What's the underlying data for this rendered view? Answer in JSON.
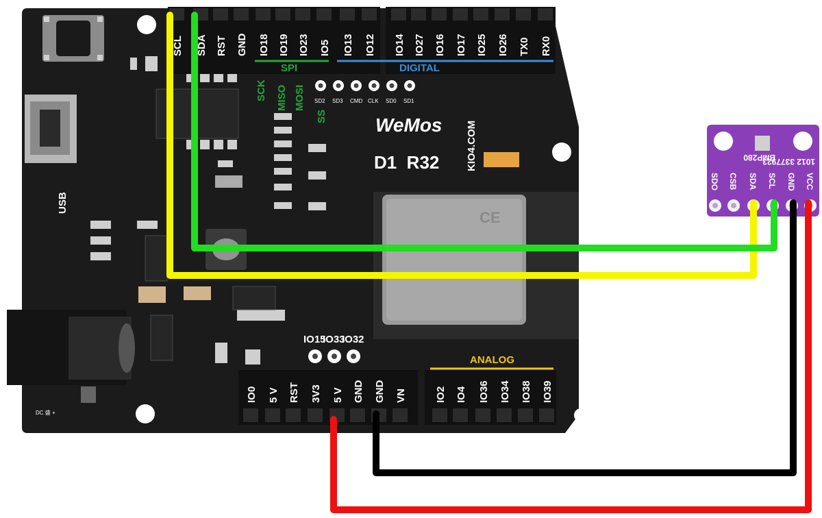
{
  "board": {
    "brand": "WeMos",
    "model": "D1  R32",
    "website": "KIO4.COM",
    "usb_label": "USB",
    "dc_label": "DC 盛 +",
    "top_pins": [
      "SCL",
      "SDA",
      "RST",
      "GND",
      "IO18",
      "IO19",
      "IO23",
      "IO5",
      "IO13",
      "IO12",
      "IO14",
      "IO27",
      "IO16",
      "IO17",
      "IO25",
      "IO26",
      "TX0",
      "RX0"
    ],
    "bottom_pins": [
      "IO0",
      "5 V",
      "RST",
      "3V3",
      "5 V",
      "GND",
      "GND",
      "VN",
      "IO2",
      "IO4",
      "IO36",
      "IO34",
      "IO38",
      "IO39"
    ],
    "spi_label": "SPI",
    "digital_label": "DIGITAL",
    "analog_label": "ANALOG",
    "spi_side_labels": [
      "SCK",
      "MISO",
      "MOSI",
      "SS"
    ],
    "flash_pins": [
      "SD2",
      "SD3",
      "CMD",
      "CLK",
      "SD0",
      "SD1"
    ],
    "extra_pins": [
      "IO15",
      "IO33",
      "IO32"
    ],
    "colors": {
      "pcb": "#1b1b1b",
      "spi": "#22a83a",
      "digital": "#3a8fd8",
      "analog": "#f0c419"
    }
  },
  "sensor": {
    "name": "BMP280",
    "code": "1012 3377923",
    "pins": [
      "SDO",
      "CSB",
      "SDA",
      "SCL",
      "GND",
      "VCC"
    ],
    "color": "#8a3fb8"
  },
  "wires": [
    {
      "from": "SCL",
      "to": "SDA",
      "color": "#f5f500"
    },
    {
      "from": "SDA",
      "to": "SCL",
      "color": "#22dd22"
    },
    {
      "from": "GND",
      "to": "GND",
      "color": "#000000"
    },
    {
      "from": "5 V",
      "to": "VCC",
      "color": "#ee1111"
    }
  ]
}
